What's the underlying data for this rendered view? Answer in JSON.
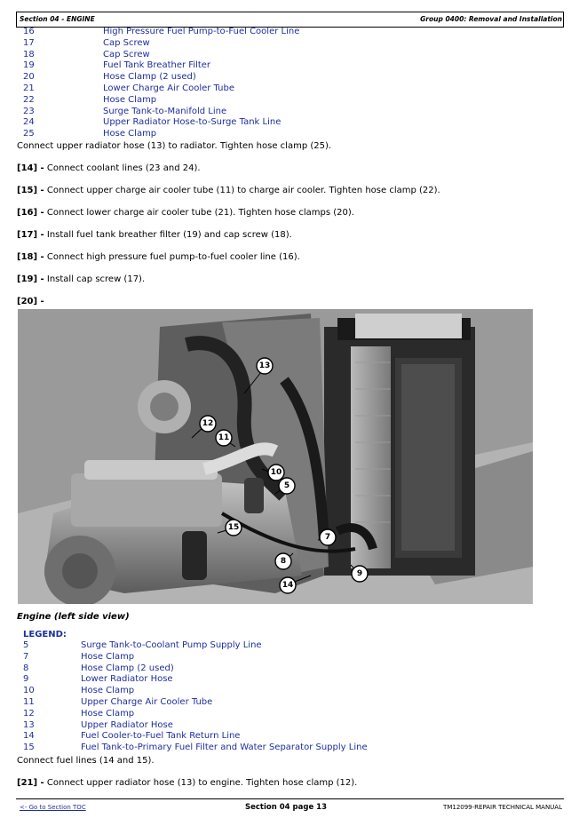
{
  "header": {
    "section": "Section 04 - ENGINE",
    "group": "Group 0400: Removal and Installation"
  },
  "legend_top": [
    {
      "num": "16",
      "desc": "High Pressure Fuel Pump-to-Fuel Cooler Line"
    },
    {
      "num": "17",
      "desc": "Cap Screw"
    },
    {
      "num": "18",
      "desc": "Cap Screw"
    },
    {
      "num": "19",
      "desc": "Fuel Tank Breather Filter"
    },
    {
      "num": "20",
      "desc": "Hose Clamp (2 used)"
    },
    {
      "num": "21",
      "desc": "Lower Charge Air Cooler Tube"
    },
    {
      "num": "22",
      "desc": "Hose Clamp"
    },
    {
      "num": "23",
      "desc": "Surge Tank-to-Manifold Line"
    },
    {
      "num": "24",
      "desc": "Upper Radiator Hose-to-Surge Tank Line"
    },
    {
      "num": "25",
      "desc": "Hose Clamp"
    }
  ],
  "instructions": {
    "intro": "Connect upper radiator hose (13) to radiator. Tighten hose clamp (25).",
    "steps": [
      {
        "step": "[14] -",
        "text": " Connect coolant lines (23 and 24)."
      },
      {
        "step": "[15] -",
        "text": " Connect upper charge air cooler tube (11) to charge air cooler. Tighten hose clamp (22)."
      },
      {
        "step": "[16] -",
        "text": " Connect lower charge air cooler tube (21). Tighten hose clamps (20)."
      },
      {
        "step": "[17] -",
        "text": " Install fuel tank breather filter (19) and cap screw (18)."
      },
      {
        "step": "[18] -",
        "text": " Connect high pressure fuel pump-to-fuel cooler line (16)."
      },
      {
        "step": "[19] -",
        "text": " Install cap screw (17)."
      },
      {
        "step": "[20] -",
        "text": ""
      }
    ]
  },
  "figure": {
    "caption": "Engine (left side view)",
    "callouts": [
      "13",
      "12",
      "11",
      "10",
      "5",
      "15",
      "7",
      "8",
      "9",
      "14"
    ]
  },
  "legend": {
    "title": "LEGEND:",
    "items": [
      {
        "num": "5",
        "desc": "Surge Tank-to-Coolant Pump Supply Line"
      },
      {
        "num": "7",
        "desc": "Hose Clamp"
      },
      {
        "num": "8",
        "desc": "Hose Clamp (2 used)"
      },
      {
        "num": "9",
        "desc": "Lower Radiator Hose"
      },
      {
        "num": "10",
        "desc": "Hose Clamp"
      },
      {
        "num": "11",
        "desc": "Upper Charge Air Cooler Tube"
      },
      {
        "num": "12",
        "desc": "Hose Clamp"
      },
      {
        "num": "13",
        "desc": "Upper Radiator Hose"
      },
      {
        "num": "14",
        "desc": "Fuel Cooler-to-Fuel Tank Return Line"
      },
      {
        "num": "15",
        "desc": "Fuel Tank-to-Primary Fuel Filter and Water Separator Supply Line"
      }
    ]
  },
  "closing": {
    "intro": "Connect fuel lines (14 and 15).",
    "step": "[21] -",
    "text": " Connect upper radiator hose (13) to engine. Tighten hose clamp (12)."
  },
  "footer": {
    "toc_link": "<- Go to Section TOC",
    "page": "Section 04 page 13",
    "manual": "TM12099-REPAIR TECHNICAL MANUAL"
  }
}
